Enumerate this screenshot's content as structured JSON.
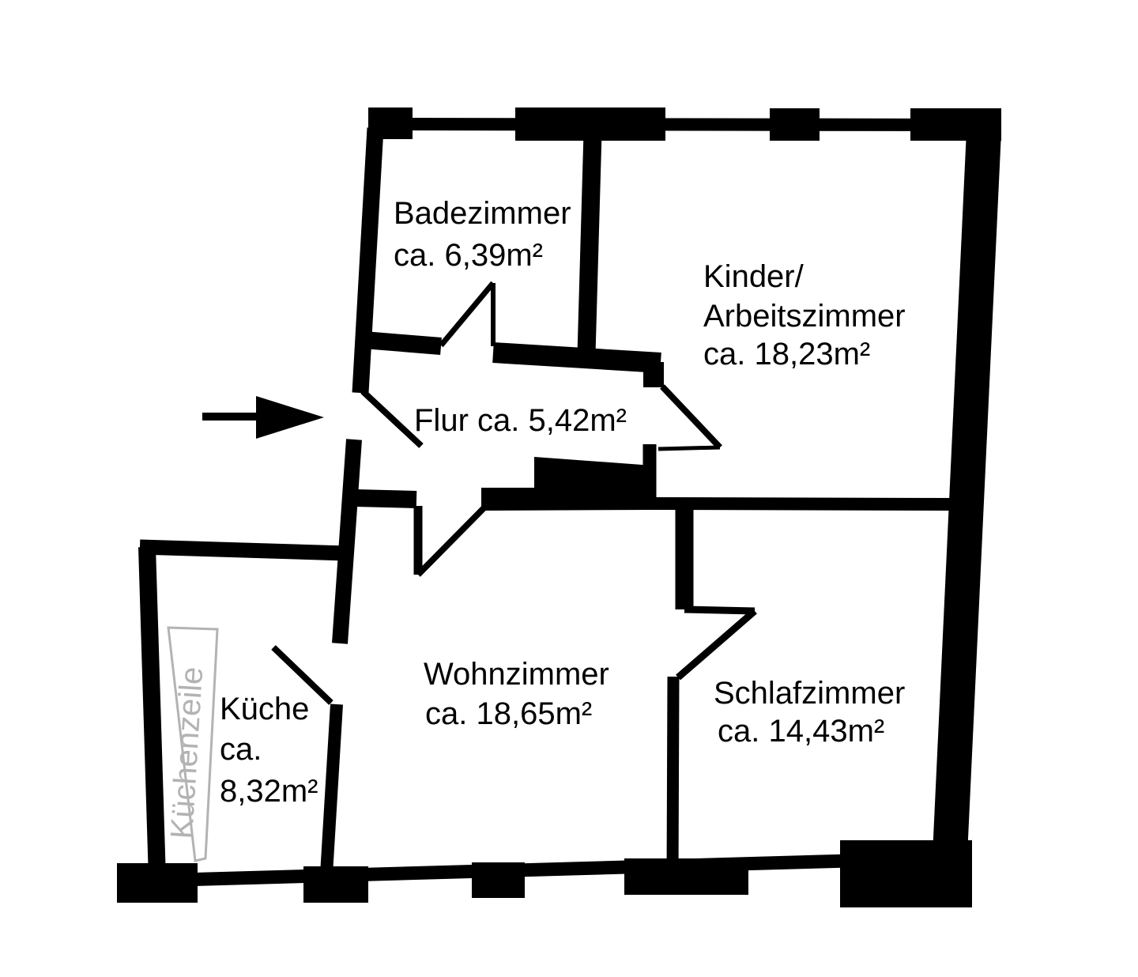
{
  "floorplan": {
    "rooms": [
      {
        "id": "badezimmer",
        "lines": [
          "Badezimmer",
          "ca. 6,39m²"
        ]
      },
      {
        "id": "kinder-arbeitszimmer",
        "lines": [
          "Kinder/",
          "Arbeitszimmer",
          "ca. 18,23m²"
        ]
      },
      {
        "id": "flur",
        "lines": [
          "Flur ca. 5,42m²"
        ]
      },
      {
        "id": "kueche",
        "lines": [
          "Küche",
          "ca.",
          "8,32m²"
        ]
      },
      {
        "id": "wohnzimmer",
        "lines": [
          "Wohnzimmer",
          "ca. 18,65m²"
        ]
      },
      {
        "id": "schlafzimmer",
        "lines": [
          "Schlafzimmer",
          "ca. 14,43m²"
        ]
      }
    ],
    "fixtures": {
      "kuechenzeile_label": "Küchenzeile"
    },
    "icons": {
      "entrance_arrow": "right-arrow"
    },
    "colors": {
      "wall": "#000000",
      "fixture_outline": "#b3b3b3",
      "fixture_text": "#b3b3b3",
      "background": "#ffffff"
    }
  }
}
